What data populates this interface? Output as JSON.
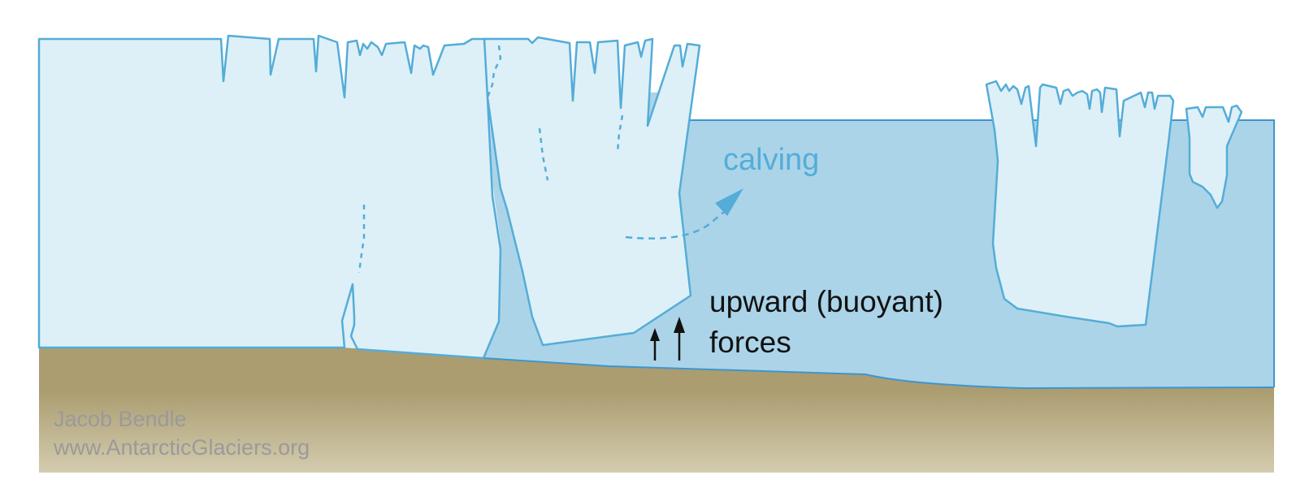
{
  "labels": {
    "calving": "calving",
    "buoyant_line1": "upward (buoyant)",
    "buoyant_line2": "forces"
  },
  "credit": {
    "author": "Jacob Bendle",
    "website": "www.AntarcticGlaciers.org"
  },
  "colors": {
    "ice_fill": "#ddf0f7",
    "ice_stroke": "#55acd8",
    "water_fill": "#abd4e8",
    "water_stroke": "#3f95cc",
    "bed_top": "#ab9d70",
    "bed_bottom": "#d4ccb0",
    "calving_label": "#55acd8",
    "force_label": "#111111",
    "credit_text": "#9a9a9a"
  }
}
